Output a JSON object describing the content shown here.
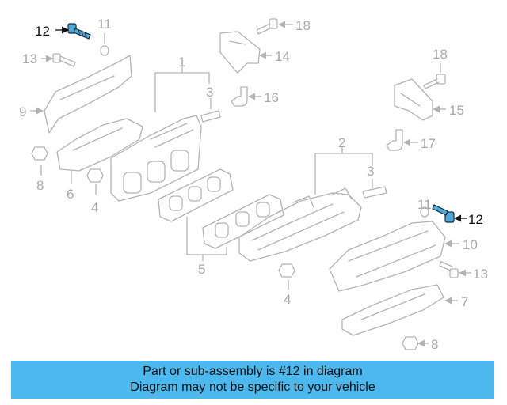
{
  "diagram": {
    "callouts": {
      "c1": "1",
      "c2": "2",
      "c3a": "3",
      "c3b": "3",
      "c4a": "4",
      "c4b": "4",
      "c5": "5",
      "c6": "6",
      "c7": "7",
      "c8a": "8",
      "c8b": "8",
      "c9": "9",
      "c10": "10",
      "c11a": "11",
      "c11b": "11",
      "c12a": "12",
      "c12b": "12",
      "c13a": "13",
      "c13b": "13",
      "c14": "14",
      "c15": "15",
      "c16": "16",
      "c17": "17",
      "c18a": "18",
      "c18b": "18"
    },
    "highlight_color": "#4fa9d8",
    "line_color": "#b3b3b3"
  },
  "banner": {
    "line1": "Part or sub-assembly is #12 in diagram",
    "line2": "Diagram may not be specific to your vehicle",
    "background": "#4db8ee"
  }
}
